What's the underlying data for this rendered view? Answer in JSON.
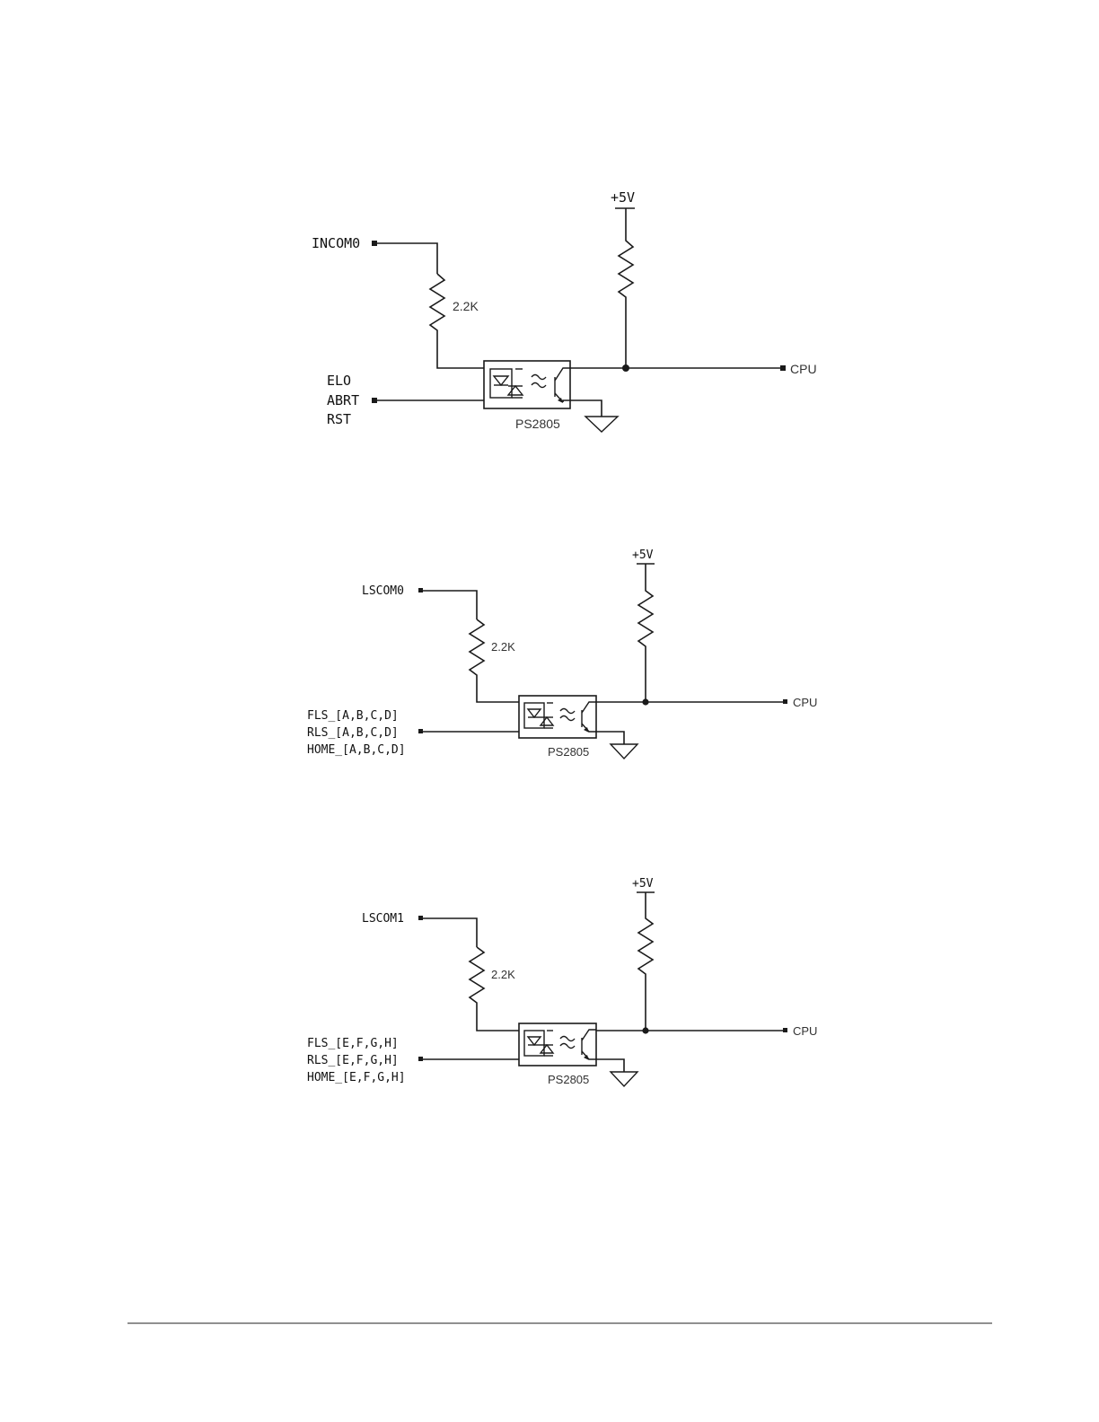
{
  "circuits": [
    {
      "common_label": "INCOM0",
      "input_labels": [
        "ELO",
        "ABRT",
        "RST"
      ],
      "resistor_label": "2.2K",
      "supply_label": "+5V",
      "ic_label": "PS2805",
      "output_label": "CPU"
    },
    {
      "common_label": "LSCOM0",
      "input_labels": [
        "FLS_[A,B,C,D]",
        "RLS_[A,B,C,D]",
        "HOME_[A,B,C,D]"
      ],
      "resistor_label": "2.2K",
      "supply_label": "+5V",
      "ic_label": "PS2805",
      "output_label": "CPU"
    },
    {
      "common_label": "LSCOM1",
      "input_labels": [
        "FLS_[E,F,G,H]",
        "RLS_[E,F,G,H]",
        "HOME_[E,F,G,H]"
      ],
      "resistor_label": "2.2K",
      "supply_label": "+5V",
      "ic_label": "PS2805",
      "output_label": "CPU"
    }
  ]
}
